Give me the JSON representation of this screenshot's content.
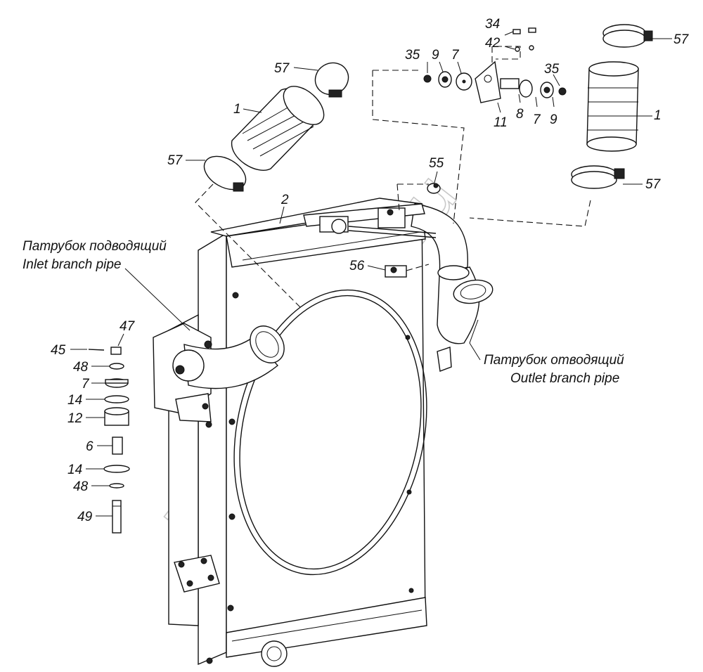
{
  "diagram": {
    "callouts": {
      "c1a": "1",
      "c1b": "1",
      "c2": "2",
      "c6": "6",
      "c7a": "7",
      "c7b": "7",
      "c7c": "7",
      "c8": "8",
      "c9a": "9",
      "c9b": "9",
      "c11": "11",
      "c12": "12",
      "c14a": "14",
      "c14b": "14",
      "c34": "34",
      "c35a": "35",
      "c35b": "35",
      "c42": "42",
      "c45": "45",
      "c47": "47",
      "c48a": "48",
      "c48b": "48",
      "c49": "49",
      "c55": "55",
      "c56": "56",
      "c57a": "57",
      "c57b": "57",
      "c57c": "57",
      "c57d": "57"
    },
    "captions": {
      "inlet_ru": "Патрубок подводящий",
      "inlet_en": "Inlet branch pipe",
      "outlet_ru": "Патрубок отводящий",
      "outlet_en": "Outlet branch pipe"
    },
    "watermark": "zap-kamaz.ru"
  }
}
